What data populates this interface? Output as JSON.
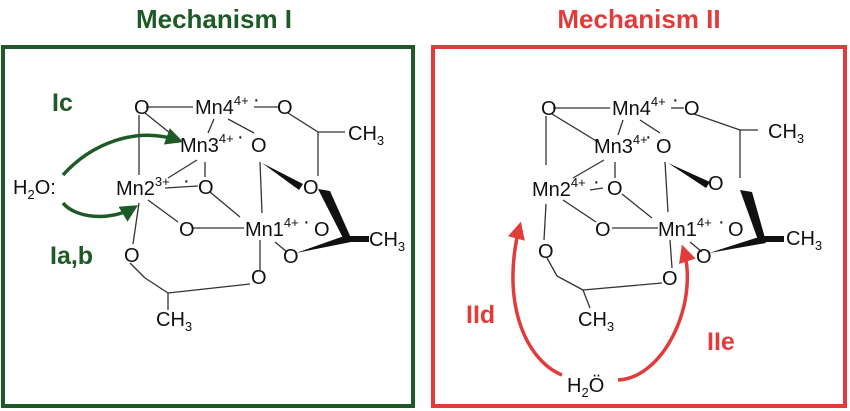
{
  "colors": {
    "mechanism_1": "#1e5a25",
    "mechanism_2": "#e03c3c",
    "bond": "#333333"
  },
  "panels": [
    {
      "title": "Mechanism I",
      "water": {
        "base": "H",
        "sub": "2",
        "tail": "O:"
      },
      "pathways": [
        "Ic",
        "Ia,b"
      ],
      "mn": [
        {
          "label": "Mn4",
          "charge": "4+"
        },
        {
          "label": "Mn3",
          "charge": "4+"
        },
        {
          "label": "Mn2",
          "charge": "3+"
        },
        {
          "label": "Mn1",
          "charge": "4+"
        }
      ],
      "o": "O",
      "ch3": {
        "base": "CH",
        "sub": "3"
      }
    },
    {
      "title": "Mechanism II",
      "water": {
        "base": "H",
        "sub": "2",
        "tail": "Ö"
      },
      "pathways": [
        "IId",
        "IIe"
      ],
      "mn": [
        {
          "label": "Mn4",
          "charge": "4+"
        },
        {
          "label": "Mn3",
          "charge": "4+"
        },
        {
          "label": "Mn2",
          "charge": "4+"
        },
        {
          "label": "Mn1",
          "charge": "4+"
        }
      ],
      "o": "O",
      "ch3": {
        "base": "CH",
        "sub": "3"
      }
    }
  ]
}
